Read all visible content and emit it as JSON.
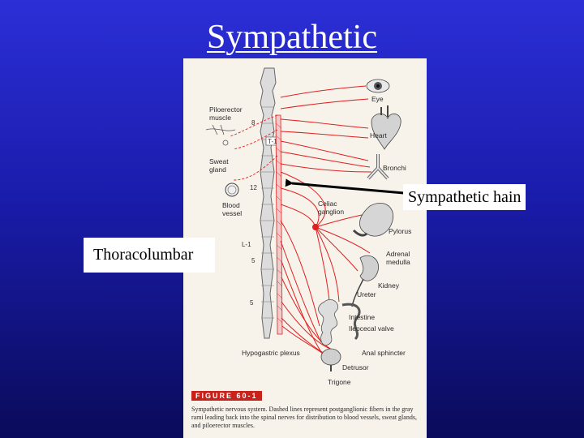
{
  "slide": {
    "title": "Sympathetic",
    "callout_right": "Sympathetic hain",
    "callout_left": "Thoracolumbar"
  },
  "figure": {
    "labels": {
      "eye": "Eye",
      "heart": "Heart",
      "bronchi": "Bronchi",
      "pilo1": "Piloerector",
      "pilo2": "muscle",
      "sweat1": "Sweat",
      "sweat2": "gland",
      "blood1": "Blood",
      "blood2": "vessel",
      "celiac1": "Celiac",
      "celiac2": "ganglion",
      "pylorus": "Pylorus",
      "adrenal1": "Adrenal",
      "adrenal2": "medulla",
      "kidney": "Kidney",
      "ureter": "Ureter",
      "intestine": "Intestine",
      "ileocecal": "Ileocecal valve",
      "anal": "Anal sphincter",
      "detrusor": "Detrusor",
      "trigone": "Trigone",
      "hypogastric": "Hypogastric plexus"
    },
    "segments": {
      "s8": "8",
      "t1": "T-1",
      "s12": "12",
      "l1": "L-1",
      "s5a": "5",
      "s5b": "5"
    },
    "figure_number": "FIGURE 60-1",
    "caption": "Sympathetic nervous system. Dashed lines represent postganglionic fibers in the gray rami leading back into the spinal nerves for distribution to blood vessels, sweat glands, and piloerector muscles."
  },
  "colors": {
    "nerve": "#e02020",
    "background_top": "#2c2fd6",
    "background_bottom": "#0a0b5a"
  }
}
